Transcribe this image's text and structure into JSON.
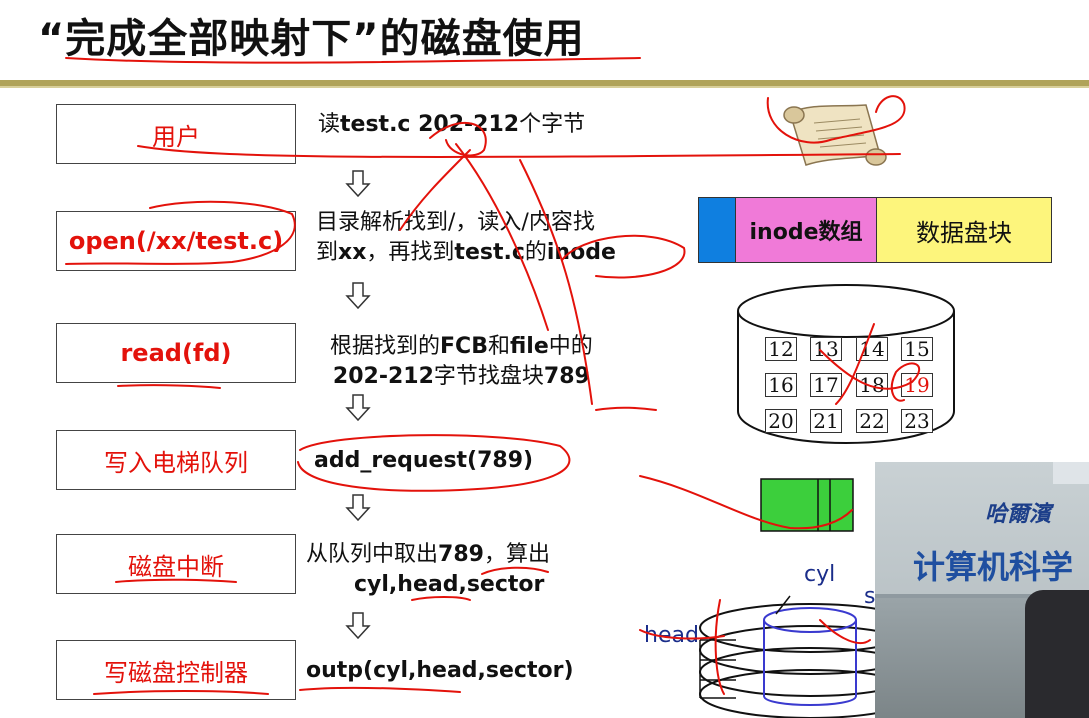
{
  "title": "“完成全部映射下”的磁盘使用",
  "steps": [
    {
      "box": "用户",
      "desc_lines": [
        [
          "读",
          "test.c 202-212",
          "个字节"
        ]
      ]
    },
    {
      "box": "open(/xx/test.c)",
      "desc_lines": [
        [
          "目录解析找到/，读入/内容找"
        ],
        [
          "到",
          "xx",
          "，再找到",
          "test.c",
          "的",
          "inode"
        ]
      ]
    },
    {
      "box": "read(fd)",
      "desc_lines": [
        [
          "根据找到的",
          "FCB",
          "和",
          "file",
          "中的"
        ],
        [
          "202-212",
          "字节找盘块",
          "789"
        ]
      ]
    },
    {
      "box": "写入电梯队列",
      "desc_lines": [
        [
          "add_request(789)"
        ]
      ]
    },
    {
      "box": "磁盘中断",
      "desc_lines": [
        [
          "从队列中取出",
          "789",
          "，算出"
        ],
        [
          "cyl,head,sector"
        ]
      ]
    },
    {
      "box": "写磁盘控制器",
      "desc_lines": [
        [
          "outp(cyl,head,sector)"
        ]
      ]
    }
  ],
  "memory_layout": {
    "inode_label": "inode数组",
    "data_label": "数据盘块"
  },
  "disk_blocks": {
    "rows": [
      [
        "12",
        "13",
        "14",
        "15"
      ],
      [
        "16",
        "17",
        "18",
        "19"
      ],
      [
        "20",
        "21",
        "22",
        "23"
      ]
    ],
    "highlight": "19"
  },
  "disk_geometry": {
    "cyl_label": "cyl",
    "head_label": "head",
    "sector_label": "s"
  },
  "video": {
    "sign_top": "哈爾濱",
    "sign_main": "计算机科学"
  },
  "colors": {
    "accent_red": "#e3120b",
    "title_bar": "#b0a35a",
    "inode_pink": "#f07ad8",
    "data_yellow": "#fdf57c",
    "block_green": "#3ccf3c",
    "disk_blue": "#1a2d8a"
  },
  "icons": {
    "user_scroll": "scroll-icon",
    "step_arrow": "down-arrow-icon"
  }
}
